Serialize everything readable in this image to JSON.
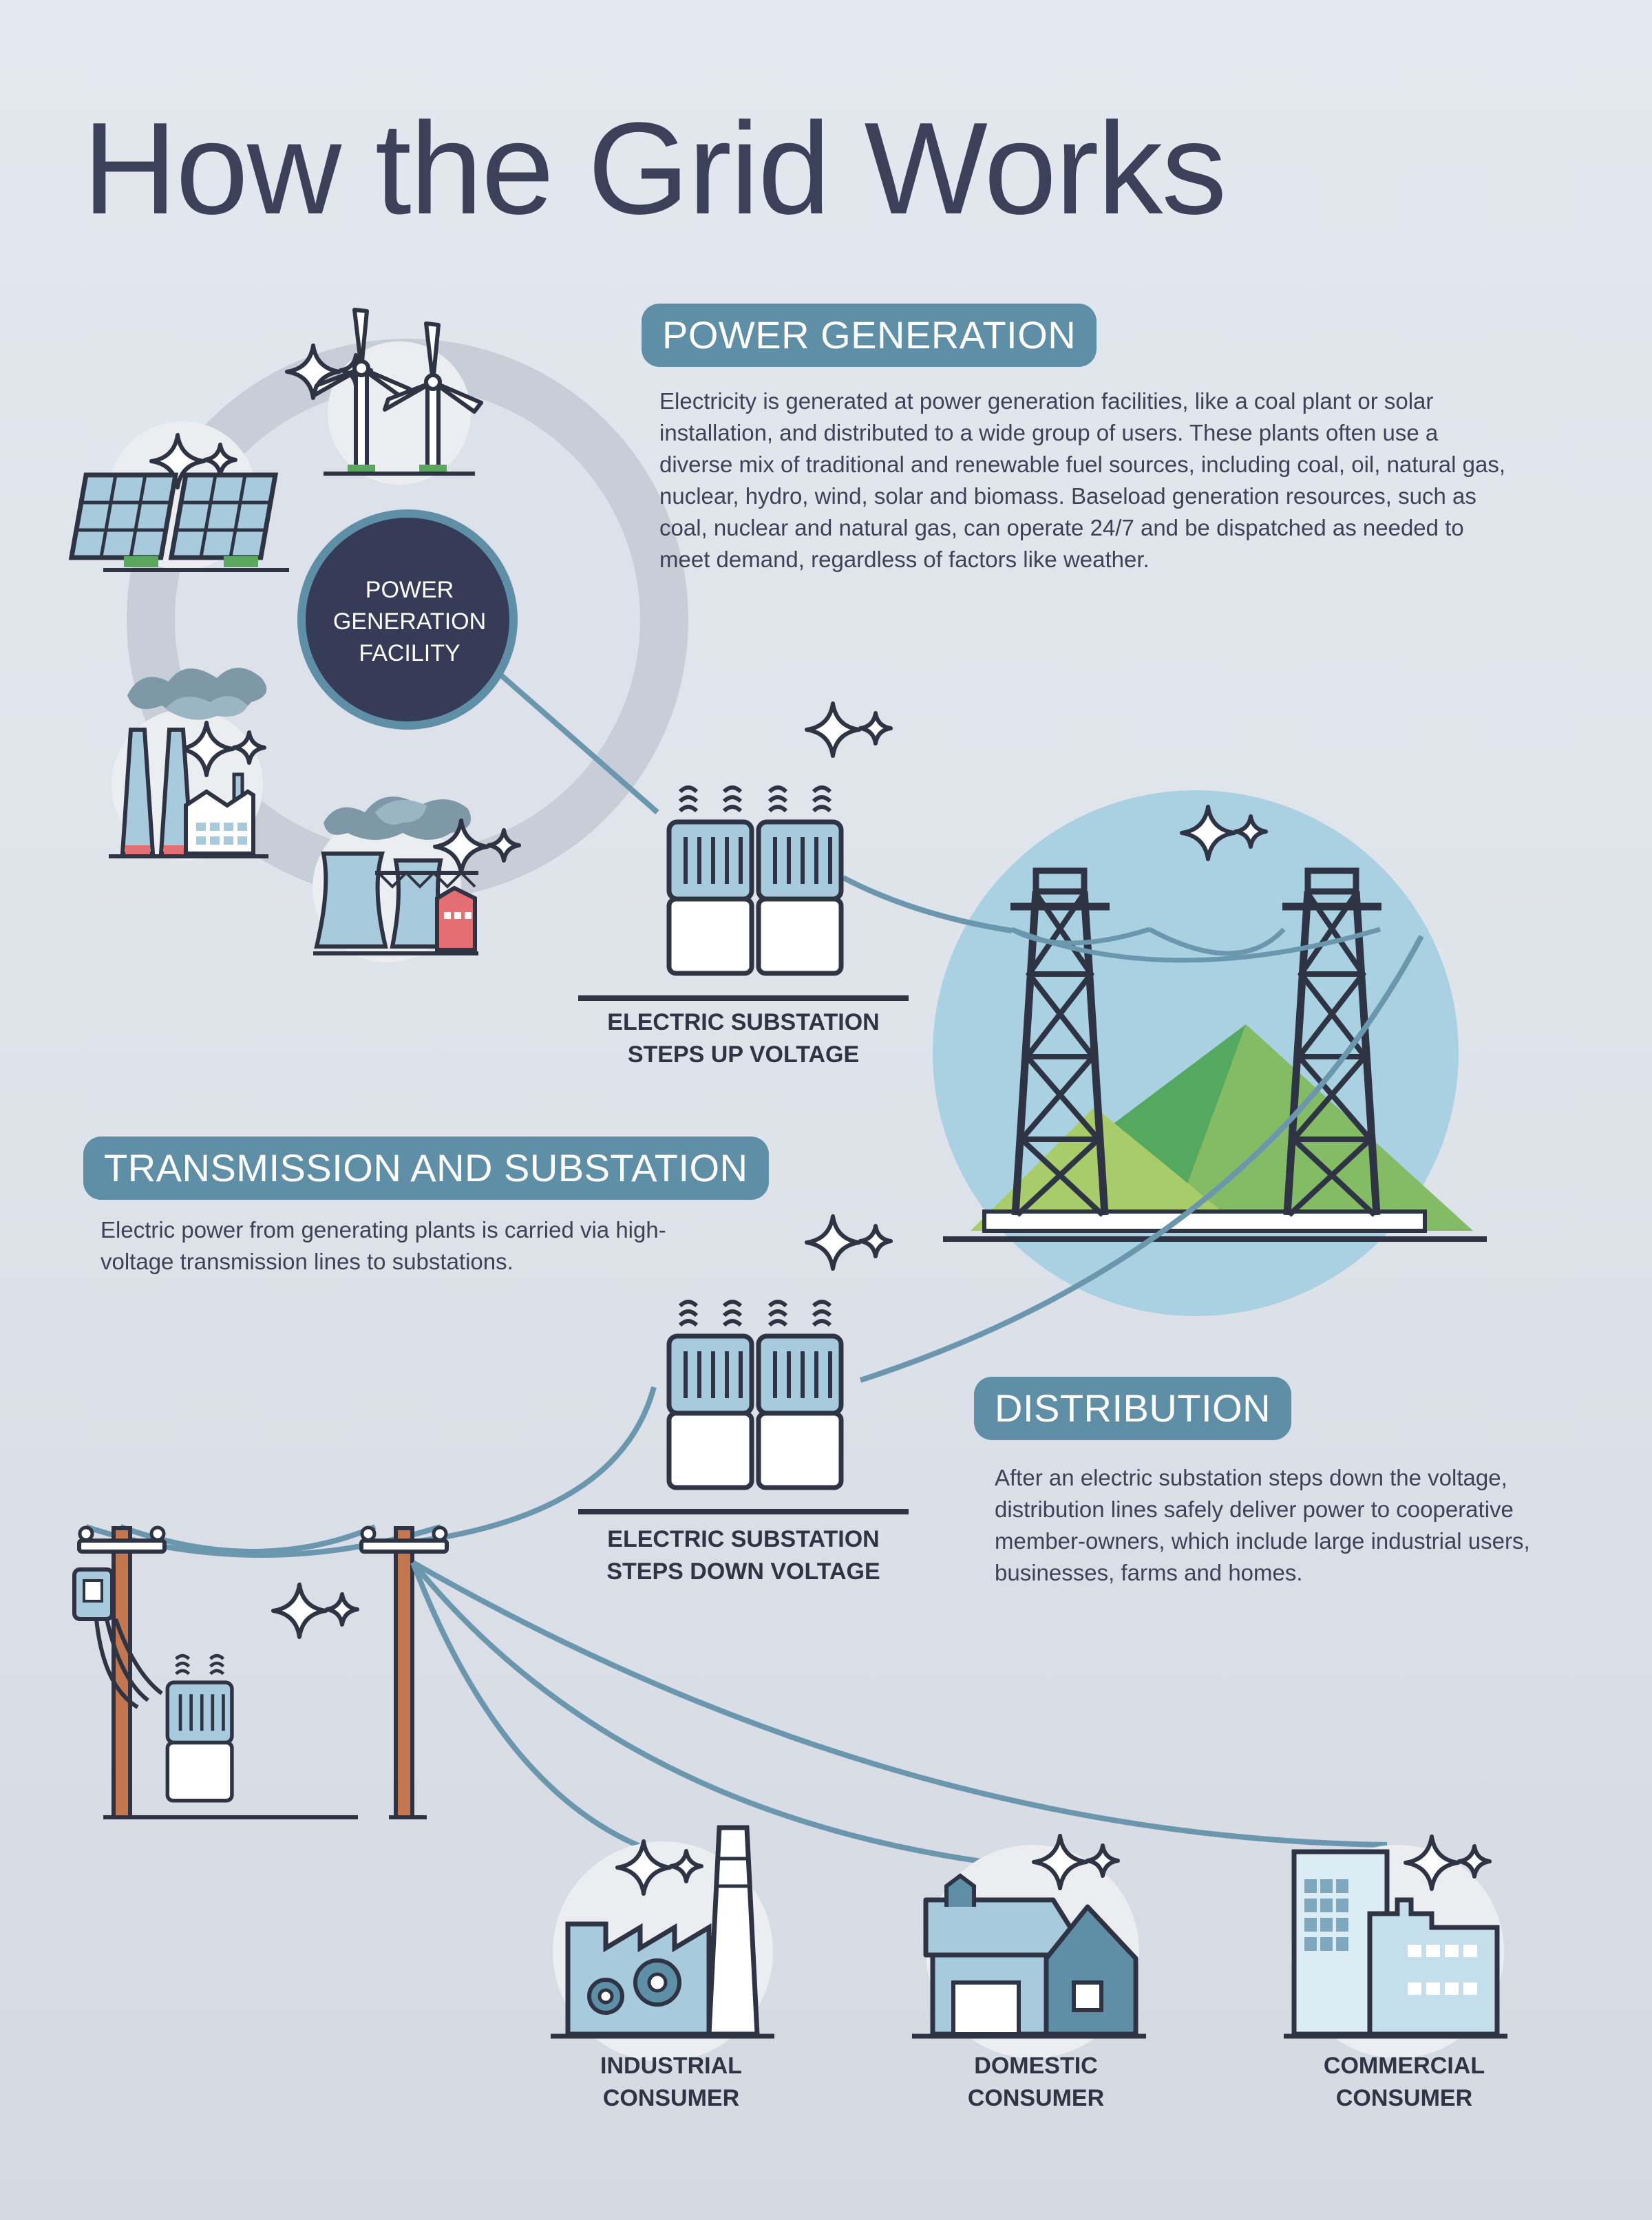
{
  "title": "How the Grid Works",
  "sections": {
    "generation": {
      "heading": "POWER GENERATION",
      "body": "Electricity is generated at power generation facilities, like a coal plant or solar installation, and distributed to a wide group of users. These plants often use a diverse mix of traditional and renewable fuel sources, including coal, oil, natural gas, nuclear, hydro, wind, solar and biomass. Baseload generation resources, such as coal, nuclear and natural gas, can operate 24/7 and be dispatched as needed to meet demand, regardless of factors like weather."
    },
    "transmission": {
      "heading": "TRANSMISSION AND SUBSTATION",
      "body": "Electric power from generating plants is carried via high-voltage transmission lines to substations."
    },
    "distribution": {
      "heading": "DISTRIBUTION",
      "body": "After an electric substation steps down the voltage, distribution lines safely deliver power to cooperative member-owners, which include large industrial users, businesses, farms and homes."
    }
  },
  "hub": {
    "line1": "POWER",
    "line2": "GENERATION",
    "line3": "FACILITY"
  },
  "labels": {
    "step_up": {
      "line1": "ELECTRIC SUBSTATION",
      "line2": "STEPS UP VOLTAGE"
    },
    "step_down": {
      "line1": "ELECTRIC SUBSTATION",
      "line2": "STEPS DOWN VOLTAGE"
    }
  },
  "consumers": [
    {
      "line1": "INDUSTRIAL",
      "line2": "CONSUMER"
    },
    {
      "line1": "DOMESTIC",
      "line2": "CONSUMER"
    },
    {
      "line1": "COMMERCIAL",
      "line2": "CONSUMER"
    }
  ],
  "icons": [
    "wind-turbine-icon",
    "solar-panel-icon",
    "coal-plant-icon",
    "nuclear-plant-icon",
    "substation-icon",
    "transmission-tower-icon",
    "utility-pole-icon",
    "transformer-icon",
    "factory-icon",
    "house-icon",
    "office-building-icon",
    "sparkle-icon"
  ],
  "colors": {
    "pill": "#5e8fa7",
    "hub": "#363c57",
    "line": "#6b97ae",
    "outline": "#2f3445",
    "green": "#55a860",
    "sky": "#a9d1e2"
  }
}
